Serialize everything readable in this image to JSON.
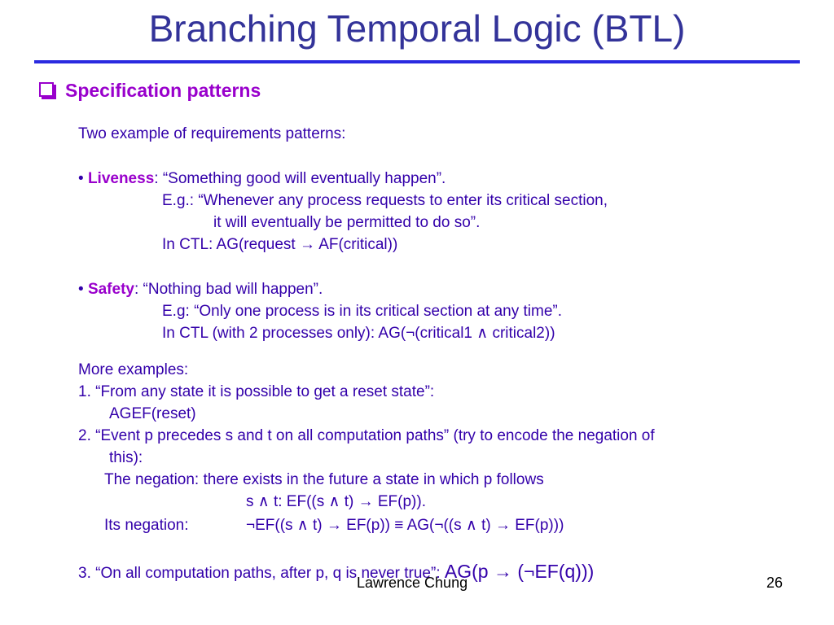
{
  "slide": {
    "title": "Branching Temporal Logic (BTL)",
    "section": "Specification patterns",
    "intro": "Two example of requirements patterns:",
    "liveness": {
      "bullet": "•",
      "keyword": "Liveness",
      "definition": ": “Something good will eventually happen”.",
      "example_line1": "E.g.: “Whenever any process requests to enter its critical section,",
      "example_line2": "it will eventually be permitted to do so”.",
      "ctl": "In CTL: AG(request → AF(critical))"
    },
    "safety": {
      "bullet": "•",
      "keyword": "Safety",
      "definition": ": “Nothing bad will happen”.",
      "example": "E.g: “Only one process is in its critical section at any time”.",
      "ctl": "In CTL (with 2 processes only): AG(¬(critical1 ∧ critical2))"
    },
    "more": {
      "heading": "More examples:",
      "ex1_line1": "1.   “From any state it is possible to get a reset state”:",
      "ex1_line2": "AGEF(reset)",
      "ex2_line1": "2. “Event p precedes s and t on all computation paths” (try to encode the negation of",
      "ex2_line2": "this):",
      "ex2_line3": "The negation: there exists in the future a state in which p follows",
      "ex2_line4": "s ∧ t: EF((s ∧ t) → EF(p)).",
      "ex2_line5_label": "Its negation:",
      "ex2_line5_formula": "¬EF((s ∧ t) → EF(p)) ≡ AG(¬((s ∧ t) → EF(p)))",
      "ex3_text": "3. “On all computation paths, after p, q is never true”: ",
      "ex3_formula": "AG(p → (¬EF(q)))"
    }
  },
  "footer": {
    "author": "Lawrence Chung",
    "page_number": "26"
  }
}
